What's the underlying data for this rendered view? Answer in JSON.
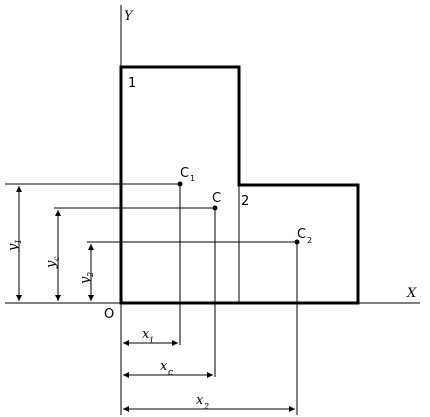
{
  "axes": {
    "x_label": "X",
    "y_label": "Y",
    "origin_label": "O"
  },
  "regions": {
    "region1_label": "1",
    "region2_label": "2"
  },
  "points": {
    "c1_main": "C",
    "c1_sub": "1",
    "c_main": "C",
    "c2_main": "C",
    "c2_sub": "2"
  },
  "dimensions": {
    "x1_main": "x",
    "x1_sub": "1",
    "xc_main": "x",
    "xc_sub": "c",
    "x2_main": "x",
    "x2_sub": "2",
    "y1_main": "y",
    "y1_sub": "1",
    "yc_main": "y",
    "yc_sub": "c",
    "y2_main": "y",
    "y2_sub": "2"
  },
  "colors": {
    "ink": "#000000",
    "background": "#ffffff"
  }
}
